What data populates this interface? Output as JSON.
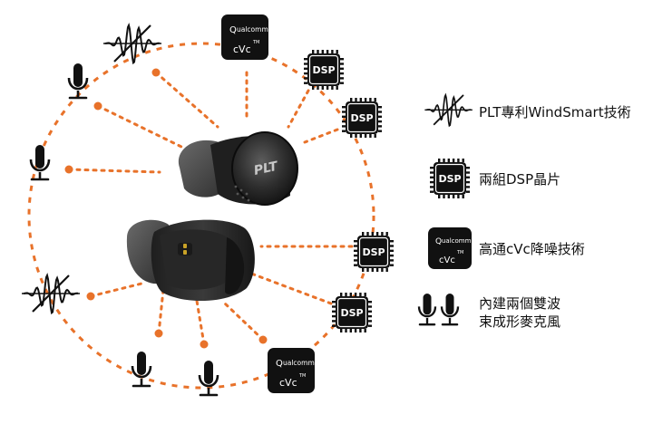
{
  "chip": {
    "dsp_label": "DSP",
    "qualcomm_label": "ualcomm",
    "qualcomm_q": "Q",
    "cvc_label": "cVc",
    "tm_label": "TM"
  },
  "earbud": {
    "brand": "PLT"
  },
  "legend": {
    "windsmart": "PLT專利WindSmart技術",
    "dsp": "兩組DSP晶片",
    "cvc": "高通cVc降噪技術",
    "mic_line1": "內建兩個雙波",
    "mic_line2": "束成形麥克風"
  },
  "colors": {
    "circle": "#e8722a",
    "chip": "#111111",
    "chip_text": "#ffffff",
    "earbud_body": "#2b2b2b",
    "eartip": "#4a4a4a"
  }
}
